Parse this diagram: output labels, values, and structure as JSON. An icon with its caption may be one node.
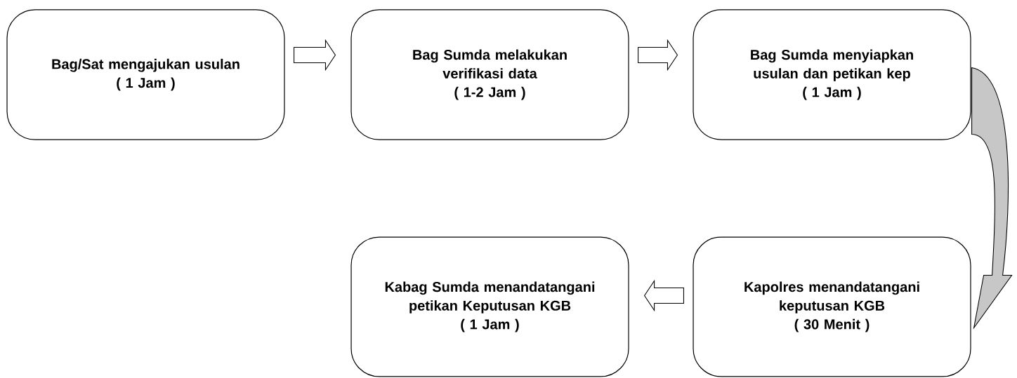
{
  "diagram": {
    "nodes": [
      {
        "text": [
          "Bag/Sat mengajukan usulan",
          "( 1 Jam )"
        ]
      },
      {
        "text": [
          "Bag Sumda melakukan verifikasi data",
          "( 1-2 Jam )"
        ]
      },
      {
        "text": [
          "Bag Sumda menyiapkan usulan dan petikan kep",
          "( 1 Jam )"
        ]
      },
      {
        "text": [
          "Kabag Sumda menandatangani petikan Keputusan KGB",
          "( 1 Jam )"
        ]
      },
      {
        "text": [
          "Kapolres menandatangani keputusan KGB",
          "( 30 Menit )"
        ]
      }
    ],
    "edges": [
      {
        "from": 0,
        "to": 1,
        "arrow": "to"
      },
      {
        "from": 1,
        "to": 2,
        "arrow": "to"
      },
      {
        "from": 2,
        "to": 4,
        "arrow": "to"
      },
      {
        "from": 4,
        "to": 3,
        "arrow": "to"
      }
    ]
  }
}
